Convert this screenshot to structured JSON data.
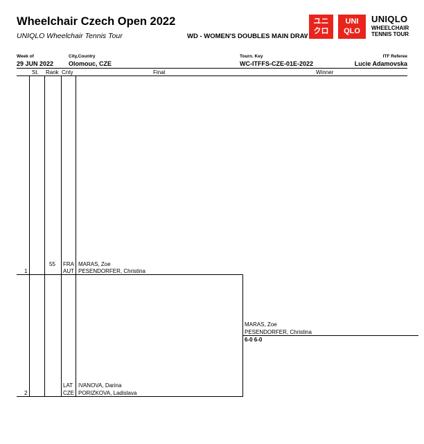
{
  "header": {
    "title": "Wheelchair Czech Open 2022",
    "subtitle": "UNIQLO Wheelchair Tennis Tour",
    "event": "WD - WOMEN'S DOUBLES MAIN DRAW",
    "logo_left_text": "ユニ\nクロ",
    "logo_right_text": "UNI\nQLO",
    "brand_name": "UNIQLO",
    "brand_tagline": "WHEELCHAIR\nTENNIS TOUR"
  },
  "info": {
    "week_label": "Week of",
    "week_value": "29 JUN 2022",
    "city_label": "City,Country",
    "city_value": "Olomouc, CZE",
    "tourn_label": "Tourn. Key",
    "tourn_value": "WC-ITFFS-CZE-01E-2022",
    "ref_label": "ITF Referee",
    "ref_value": "Lucie Adamovska"
  },
  "columns": {
    "st": "St.",
    "rank": "Rank",
    "cnty": "Cnty",
    "final": "Final",
    "winner": "Winner"
  },
  "draw": [
    {
      "line": "1",
      "rank": "55",
      "players": [
        {
          "cnty": "FRA",
          "name": "MARAS, Zoe"
        },
        {
          "cnty": "AUT",
          "name": "PESENDORFER, Christina"
        }
      ]
    },
    {
      "line": "2",
      "rank": "",
      "players": [
        {
          "cnty": "LAT",
          "name": "IVANOVA, Darina"
        },
        {
          "cnty": "CZE",
          "name": "PORIZKOVA, Ladislava"
        }
      ]
    }
  ],
  "winner": {
    "players": [
      "MARAS, Zoe",
      "PESENDORFER, Christina"
    ],
    "score": "6-0 6-0"
  }
}
